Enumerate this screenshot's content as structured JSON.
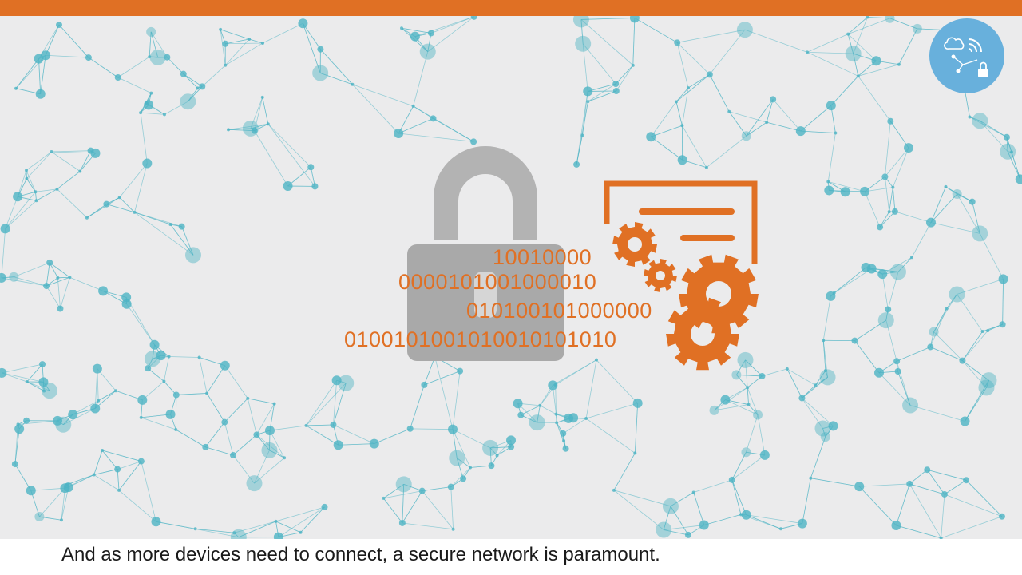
{
  "colors": {
    "accent": "#e07024",
    "network": "#4eb4c4",
    "lock": "#a9a9a9",
    "badge": "#68b0dc",
    "background": "#ebebec"
  },
  "icons": {
    "lock": "padlock-icon",
    "document": "document-gears-icon",
    "badge": "cloud-wifi-lock-icon"
  },
  "binary_lines": [
    "10010000",
    "0000101001000010",
    "010100101000000",
    "0100101001010010101010"
  ],
  "caption": "And as more devices need to connect, a secure network is paramount."
}
